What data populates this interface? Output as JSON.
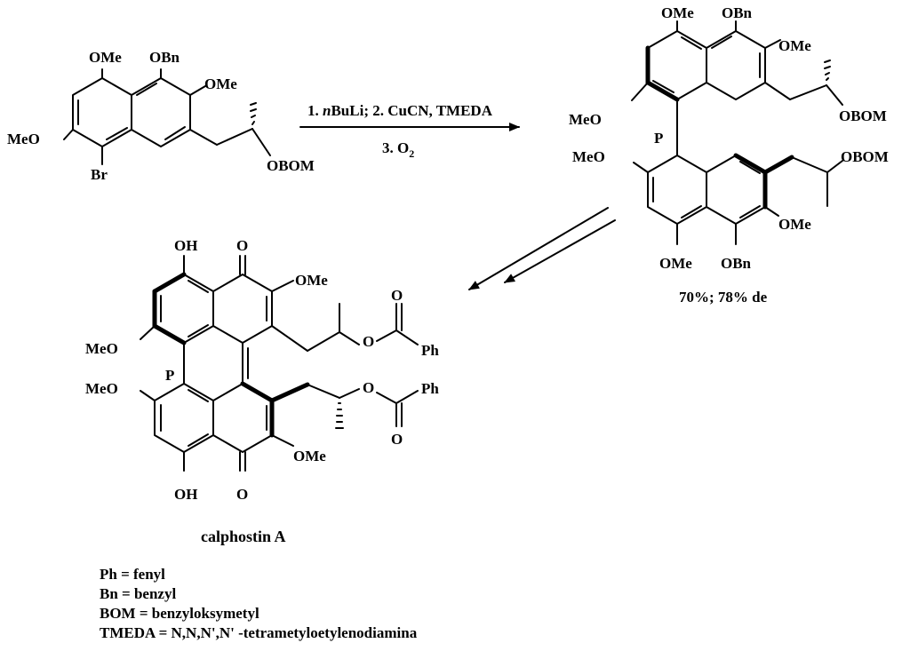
{
  "starting_material": {
    "labels": [
      "OMe",
      "OBn",
      "OMe",
      "MeO",
      "Br",
      "OBOM"
    ]
  },
  "reaction_conditions": {
    "line1_a": "1.",
    "line1_b": "n",
    "line1_c": "BuLi; 2. CuCN, TMEDA",
    "line2": "3. O",
    "line2_sub": "2"
  },
  "biaryl_product": {
    "labels_top": [
      "OMe",
      "OBn",
      "OMe",
      "MeO",
      "OBOM"
    ],
    "chirality": "P",
    "labels_bottom": [
      "MeO",
      "OBOM",
      "OMe",
      "OMe",
      "OBn"
    ],
    "yield": "70%; 78% de"
  },
  "calphostin": {
    "labels": [
      "OH",
      "O",
      "OMe",
      "O",
      "MeO",
      "Ph",
      "P",
      "MeO",
      "O",
      "Ph",
      "O",
      "OMe",
      "OH",
      "O",
      "O"
    ],
    "name": "calphostin A"
  },
  "legend": [
    "Ph = fenyl",
    "Bn = benzyl",
    "BOM = benzyloksymetyl",
    "TMEDA = N,N,N',N' -tetrametyloetylenodiamina"
  ]
}
